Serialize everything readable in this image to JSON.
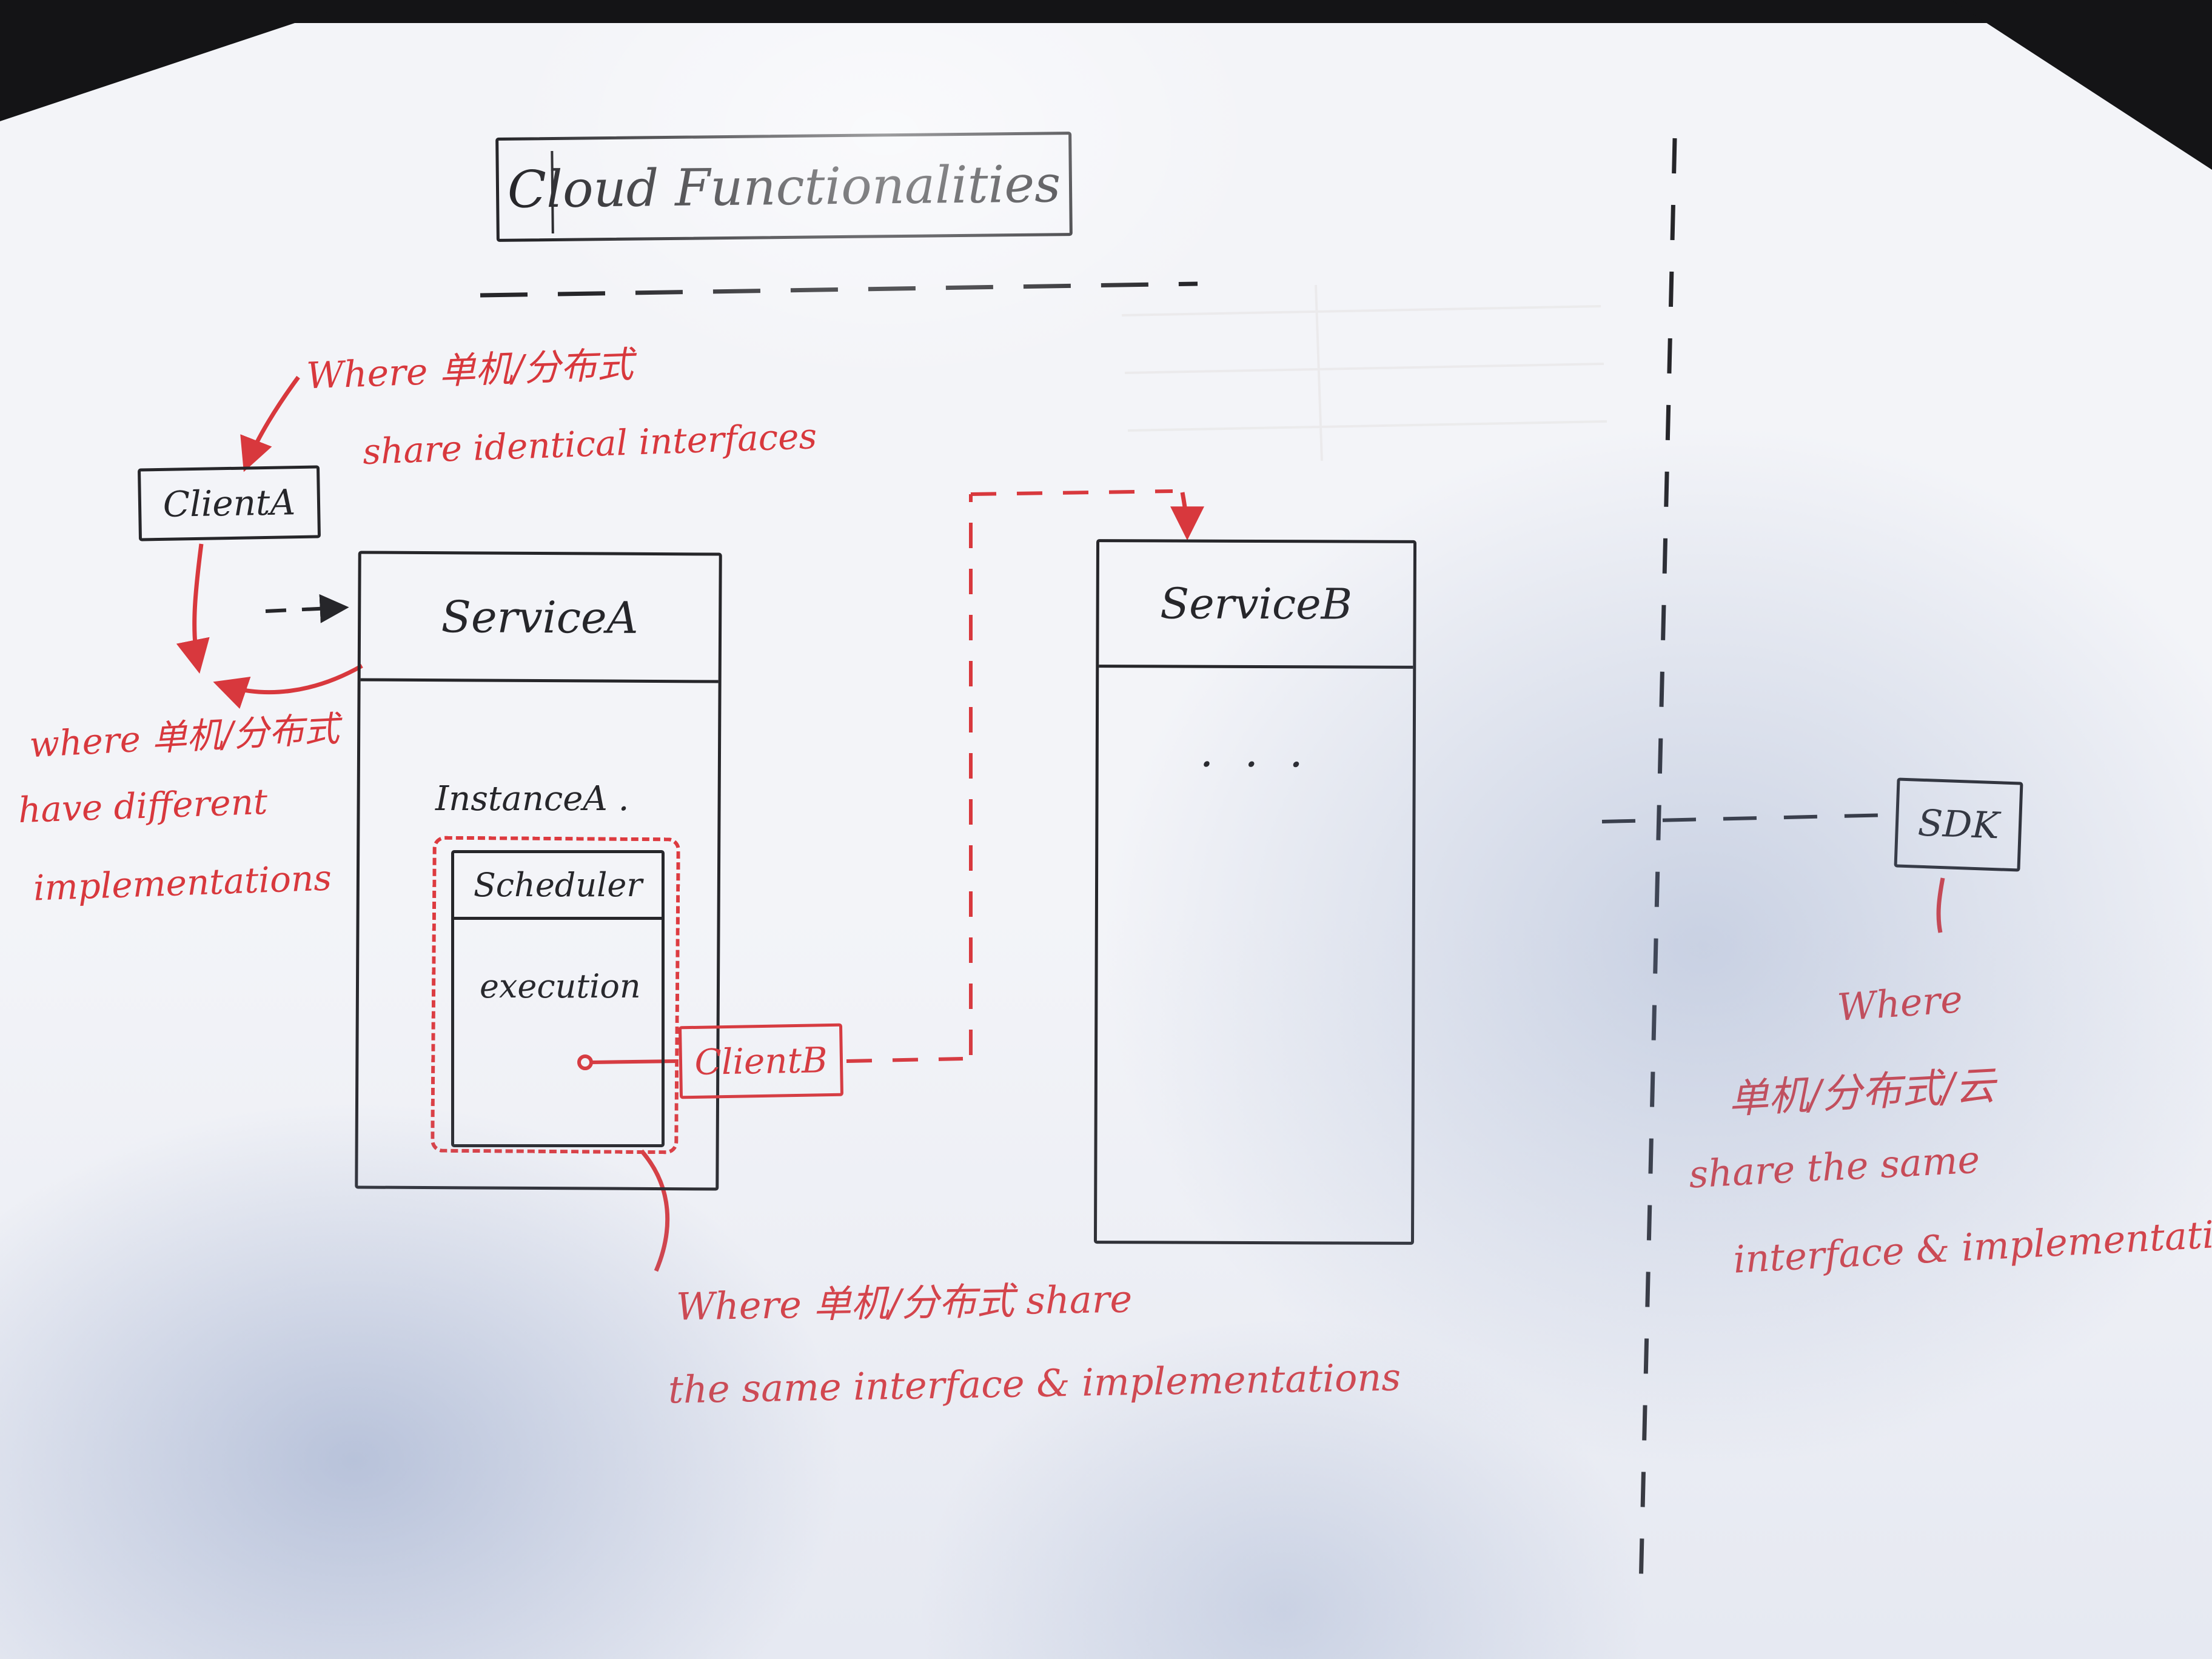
{
  "colors": {
    "ink": "#26262a",
    "red": "#d8383d",
    "paper": "#f3f4f8"
  },
  "title": {
    "label": "Cloud  Functionalities"
  },
  "nodes": {
    "client_a": {
      "label": "ClientA"
    },
    "service_a": {
      "label": "ServiceA"
    },
    "instance_a": {
      "label": "InstanceA ."
    },
    "scheduler": {
      "label": "Scheduler"
    },
    "execution": {
      "label": "execution"
    },
    "client_b": {
      "label": "ClientB"
    },
    "service_b": {
      "label": "ServiceB",
      "body": ". . ."
    },
    "sdk": {
      "label": "SDK"
    }
  },
  "annotations": {
    "shared_interface_top": {
      "line1": "Where 单机/分布式",
      "line2": "share identical interfaces"
    },
    "different_impl_left": {
      "line1": "where 单机/分布式",
      "line2": "have different",
      "line3": "implementations"
    },
    "same_impl_bottom": {
      "line1": "Where 单机/分布式  share",
      "line2": "the same  interface & implementations"
    },
    "sdk_right": {
      "line1": "Where",
      "line2": "单机/分布式/云",
      "line3": "share the same",
      "line4": "interface & implementation"
    }
  }
}
